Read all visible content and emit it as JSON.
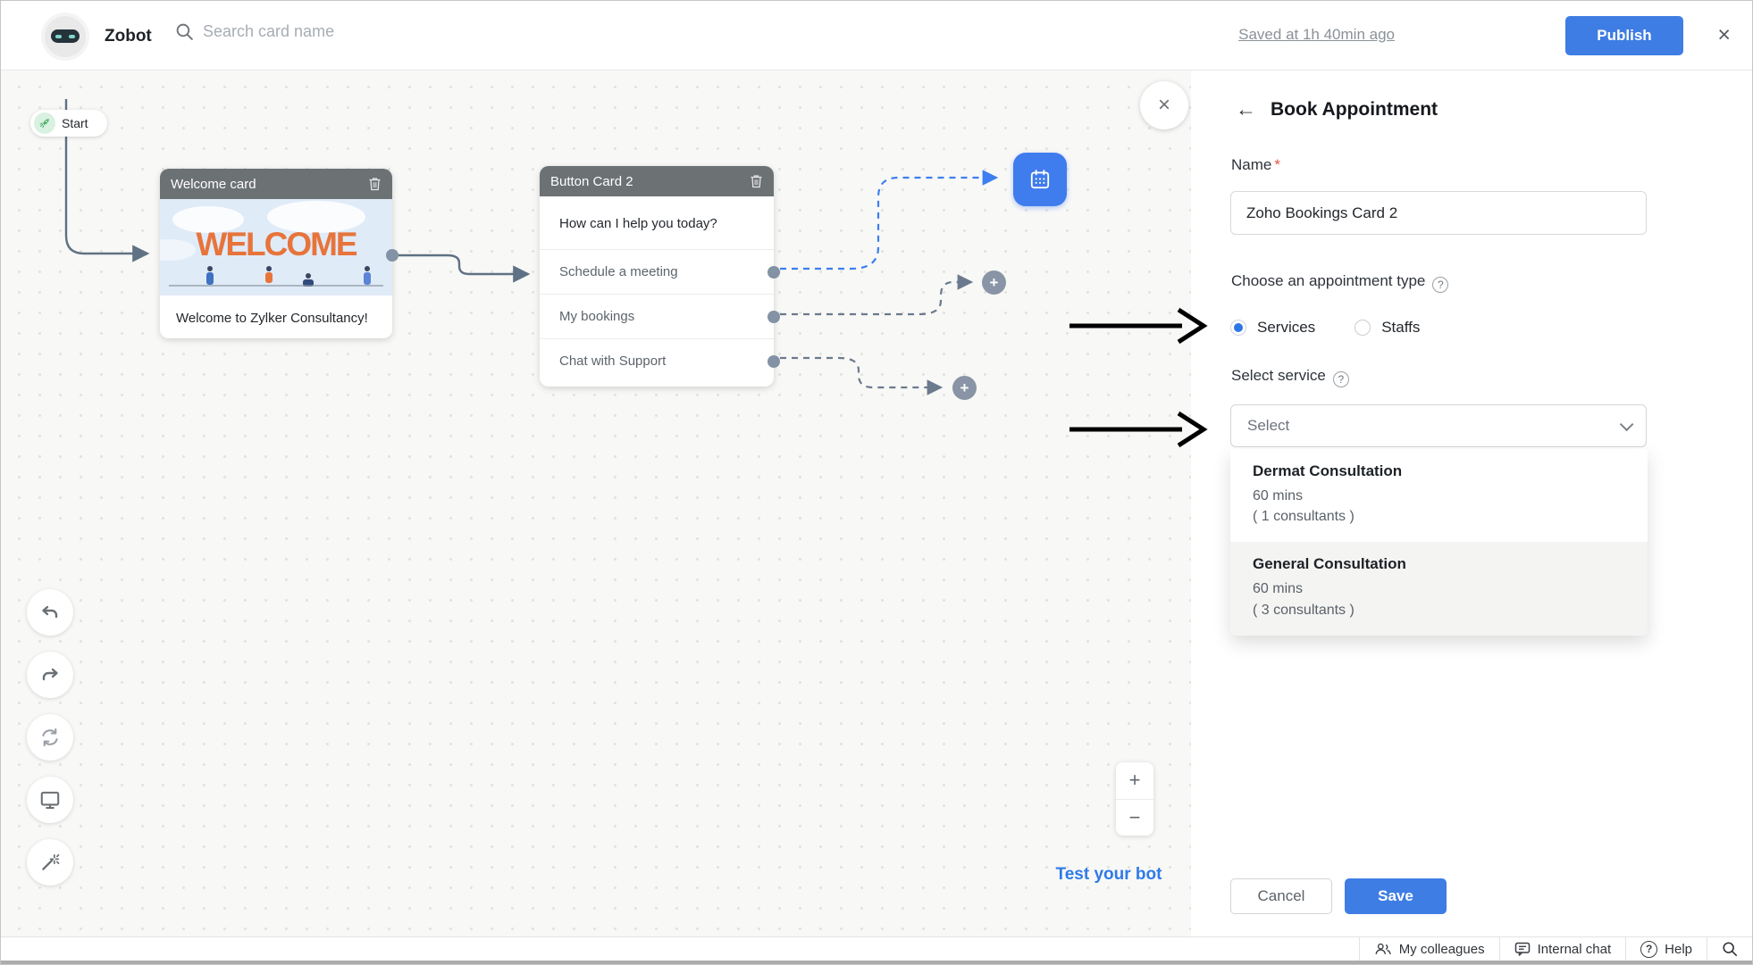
{
  "header": {
    "app_name": "Zobot",
    "search_placeholder": "Search card name",
    "saved_status": "Saved at 1h 40min ago",
    "publish_label": "Publish"
  },
  "glyphs": {
    "close": "×",
    "back_arrow": "←",
    "plus": "+",
    "minus": "−",
    "help": "?",
    "required": "*"
  },
  "canvas": {
    "start_label": "Start",
    "welcome_card": {
      "title": "Welcome card",
      "image_text": "WELCOME",
      "message": "Welcome to Zylker Consultancy!"
    },
    "button_card": {
      "title": "Button Card 2",
      "question": "How can I help you today?",
      "options": [
        "Schedule a meeting",
        "My bookings",
        "Chat with Support"
      ]
    },
    "test_bot_label": "Test your bot"
  },
  "panel": {
    "title": "Book Appointment",
    "name_label": "Name",
    "name_value": "Zoho Bookings Card 2",
    "appointment_type_label": "Choose an appointment type",
    "radio_options": [
      {
        "label": "Services",
        "selected": true
      },
      {
        "label": "Staffs",
        "selected": false
      }
    ],
    "select_service_label": "Select service",
    "select_placeholder": "Select",
    "dropdown_options": [
      {
        "name": "Dermat Consultation",
        "duration": "60 mins",
        "consultants": "( 1 consultants )"
      },
      {
        "name": "General Consultation",
        "duration": "60 mins",
        "consultants": "( 3 consultants )"
      }
    ],
    "cancel_label": "Cancel",
    "save_label": "Save"
  },
  "statusbar": {
    "colleagues_label": "My colleagues",
    "internal_chat_label": "Internal chat",
    "help_label": "Help"
  },
  "colors": {
    "accent_blue": "#3e7de4",
    "link_blue": "#2f7ae8",
    "dashed_blue": "#3d7ef0",
    "connector_gray": "#5f7184",
    "node_gray": "#8995a6",
    "card_header_gray": "#6c7174",
    "welcome_orange": "#e7743b",
    "start_green": "#4db06b",
    "required_red": "#e5543f"
  }
}
